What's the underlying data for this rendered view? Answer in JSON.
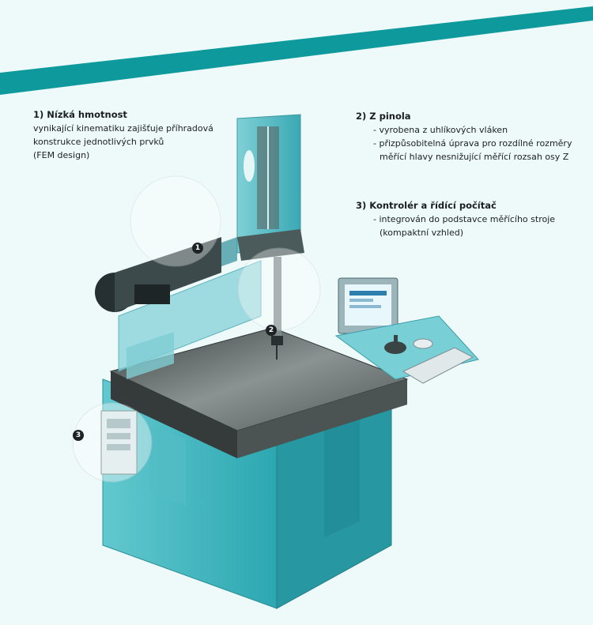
{
  "section1": {
    "title": "1) Nízká hmotnost",
    "line1": "vynikající kinematiku zajišťuje příhradová",
    "line2": "konstrukce jednotlivých prvků",
    "line3": "(FEM design)"
  },
  "section2": {
    "title": "2) Z pinola",
    "bullet1": "- vyrobena z uhlíkových vláken",
    "bullet2a": "- přizpůsobitelná úprava pro rozdílné rozměry",
    "bullet2b": "měřící hlavy nesnižující měřící rozsah osy Z"
  },
  "section3": {
    "title": "3) Kontrolér a řídící počítač",
    "bullet1a": "- integrován do podstavce měřícího stroje",
    "bullet1b": "(kompaktní vzhled)"
  },
  "markers": {
    "m1": "1",
    "m2": "2",
    "m3": "3"
  },
  "colors": {
    "accent": "#0e9a9c",
    "granite": "#5b6462",
    "base": "#3fb7c0"
  }
}
